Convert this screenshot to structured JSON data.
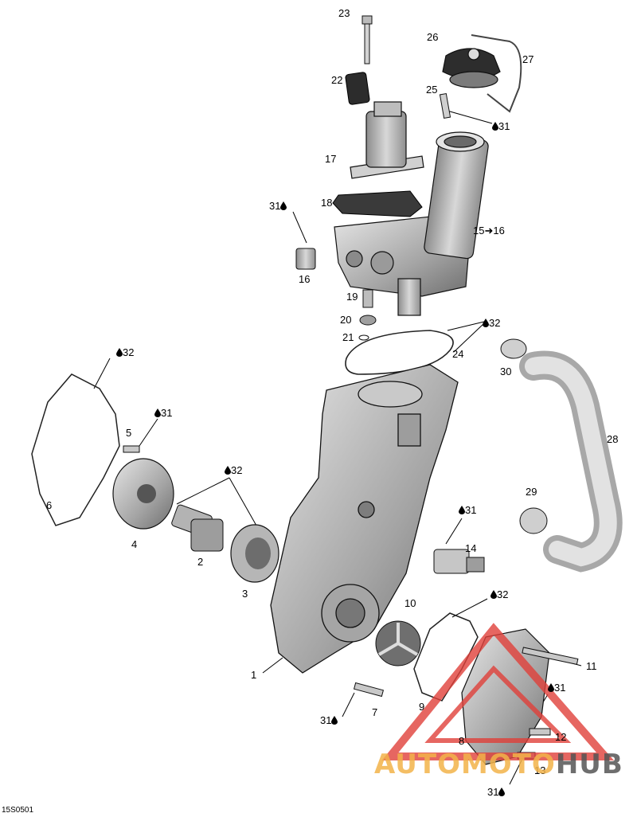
{
  "diagram_code": "15S0501",
  "watermark": {
    "part1": "AUTOMOTO",
    "part2": "HUB"
  },
  "callouts": {
    "c23": "23",
    "c26": "26",
    "c27": "27",
    "c22": "22",
    "c25": "25",
    "c31_cap": "31",
    "c17": "17",
    "c18": "18",
    "c31_16": "31",
    "c15": "15",
    "c15_16": "16",
    "c16": "16",
    "c19": "19",
    "c20": "20",
    "c21": "21",
    "c32_top": "32",
    "c24": "24",
    "c30": "30",
    "c28": "28",
    "c32_left": "32",
    "c31_5": "31",
    "c5": "5",
    "c6": "6",
    "c4": "4",
    "c32_mid": "32",
    "c2": "2",
    "c3": "3",
    "c29": "29",
    "c31_14": "31",
    "c14": "14",
    "c10": "10",
    "c32_9": "32",
    "c1": "1",
    "c11": "11",
    "c31_12": "31",
    "c31_7": "31",
    "c7": "7",
    "c9": "9",
    "c12": "12",
    "c8": "8",
    "c13": "13",
    "c31_13": "31"
  },
  "colors": {
    "line": "#000000",
    "part_fill": "#b8b8b8",
    "part_dark": "#707070",
    "watermark_red": "#e0403a"
  }
}
